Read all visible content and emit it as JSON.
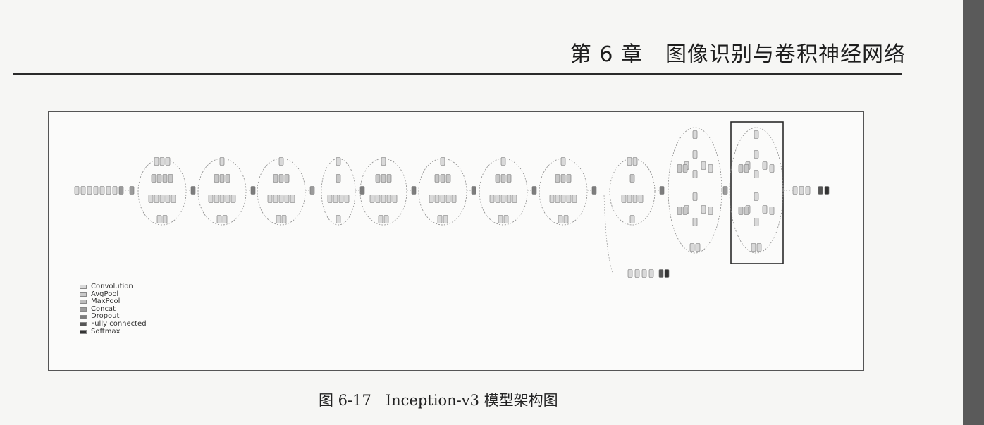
{
  "header": {
    "chapter": "第 6 章",
    "title": "图像识别与卷积神经网络"
  },
  "figure": {
    "caption_number": "图 6-17",
    "caption_text": "Inception-v3 模型架构图",
    "legend": [
      {
        "label": "Convolution",
        "color": "#d9d9d9"
      },
      {
        "label": "AvgPool",
        "color": "#c8c8c8"
      },
      {
        "label": "MaxPool",
        "color": "#bdbdbd"
      },
      {
        "label": "Concat",
        "color": "#9b9b9b"
      },
      {
        "label": "Dropout",
        "color": "#7d7d7d"
      },
      {
        "label": "Fully connected",
        "color": "#555555"
      },
      {
        "label": "Softmax",
        "color": "#333333"
      }
    ]
  }
}
